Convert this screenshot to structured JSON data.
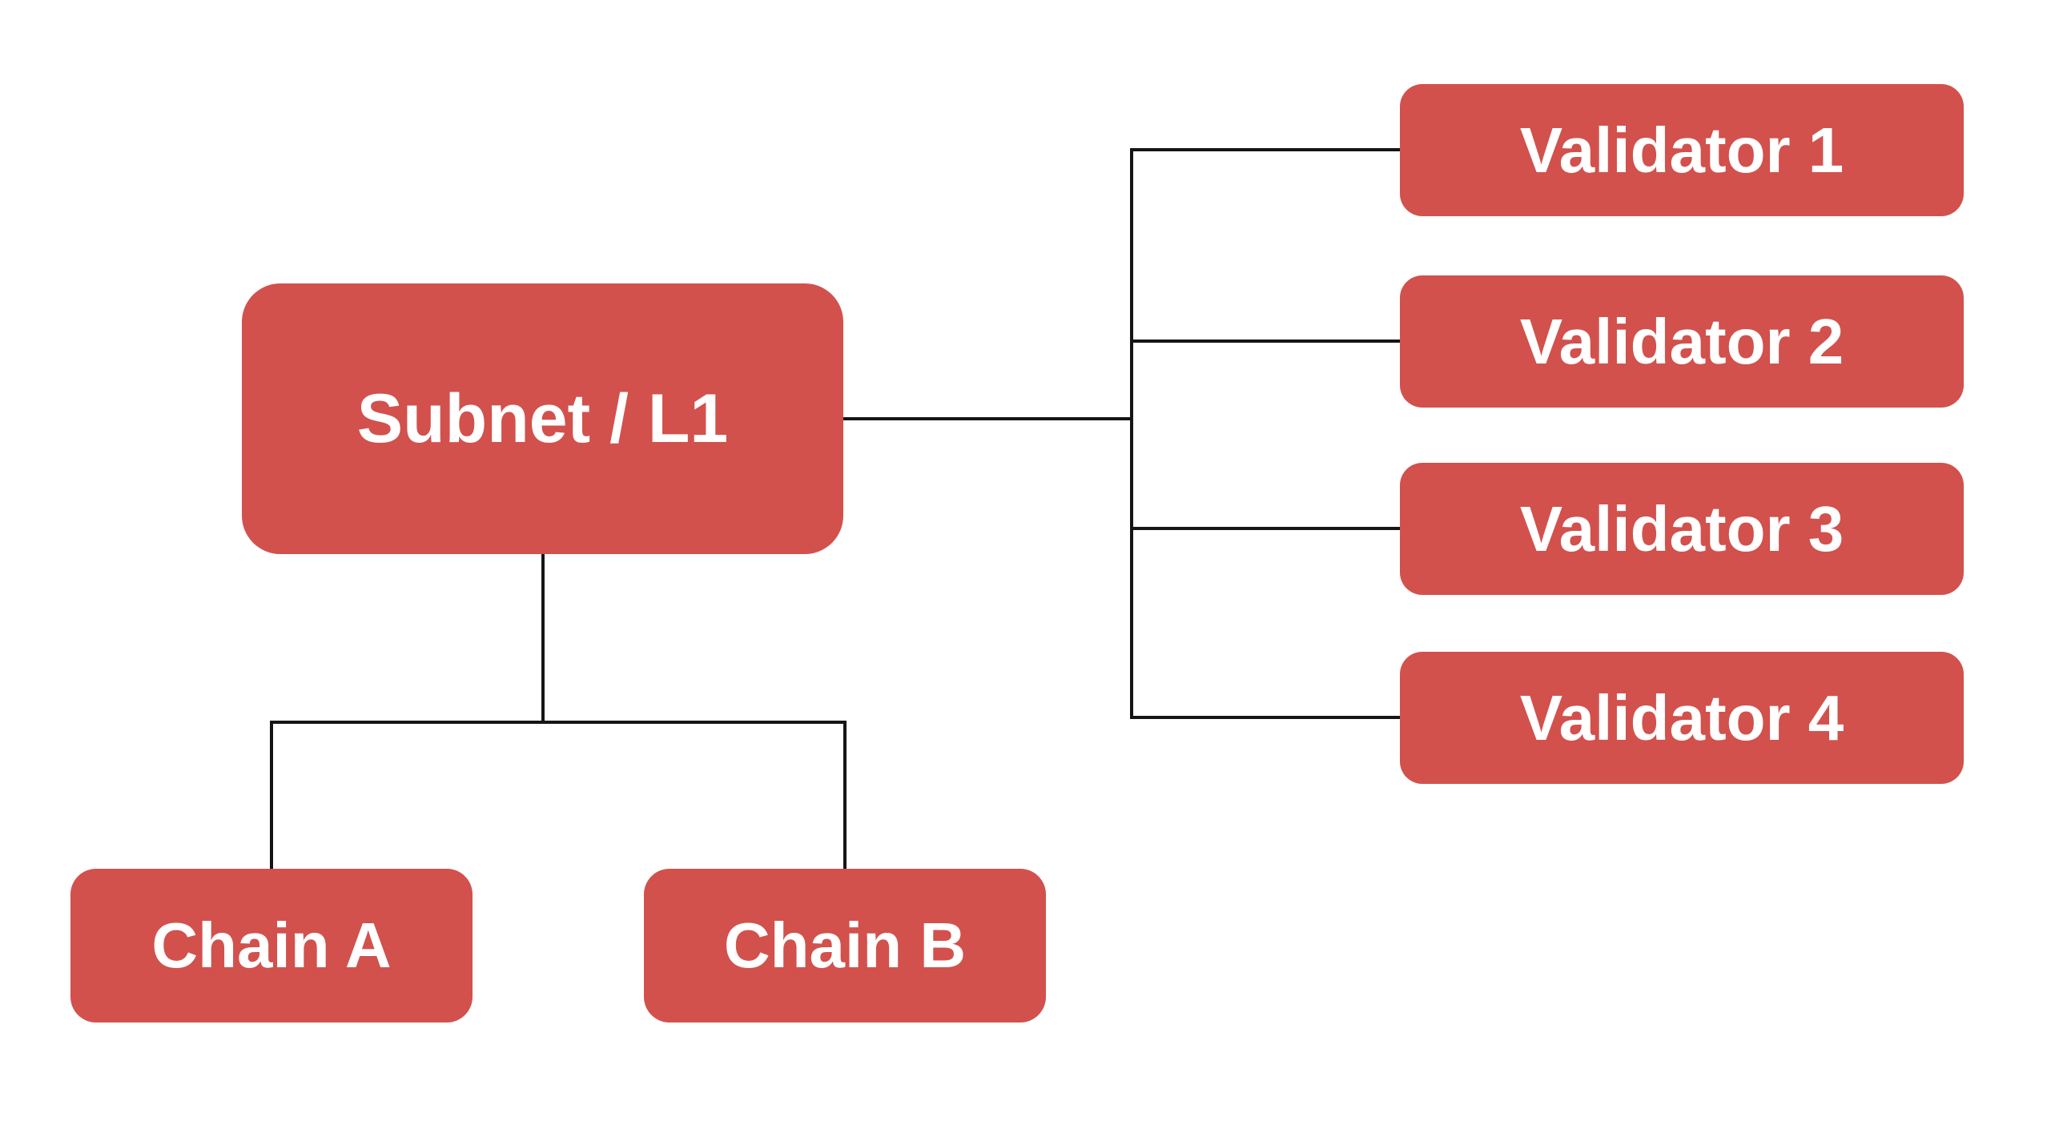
{
  "theme": {
    "background": "#ffffff",
    "node-fill": "#D2514C",
    "node-text": "#ffffff",
    "edge-color": "#151515"
  },
  "diagram": {
    "nodes": {
      "subnet": {
        "label": "Subnet / L1"
      },
      "validator1": {
        "label": "Validator 1"
      },
      "validator2": {
        "label": "Validator 2"
      },
      "validator3": {
        "label": "Validator 3"
      },
      "validator4": {
        "label": "Validator 4"
      },
      "chain_a": {
        "label": "Chain A"
      },
      "chain_b": {
        "label": "Chain B"
      }
    },
    "edges": [
      {
        "from": "Subnet / L1",
        "to": "Validator 1"
      },
      {
        "from": "Subnet / L1",
        "to": "Validator 2"
      },
      {
        "from": "Subnet / L1",
        "to": "Validator 3"
      },
      {
        "from": "Subnet / L1",
        "to": "Validator 4"
      },
      {
        "from": "Subnet / L1",
        "to": "Chain A"
      },
      {
        "from": "Subnet / L1",
        "to": "Chain B"
      }
    ]
  }
}
